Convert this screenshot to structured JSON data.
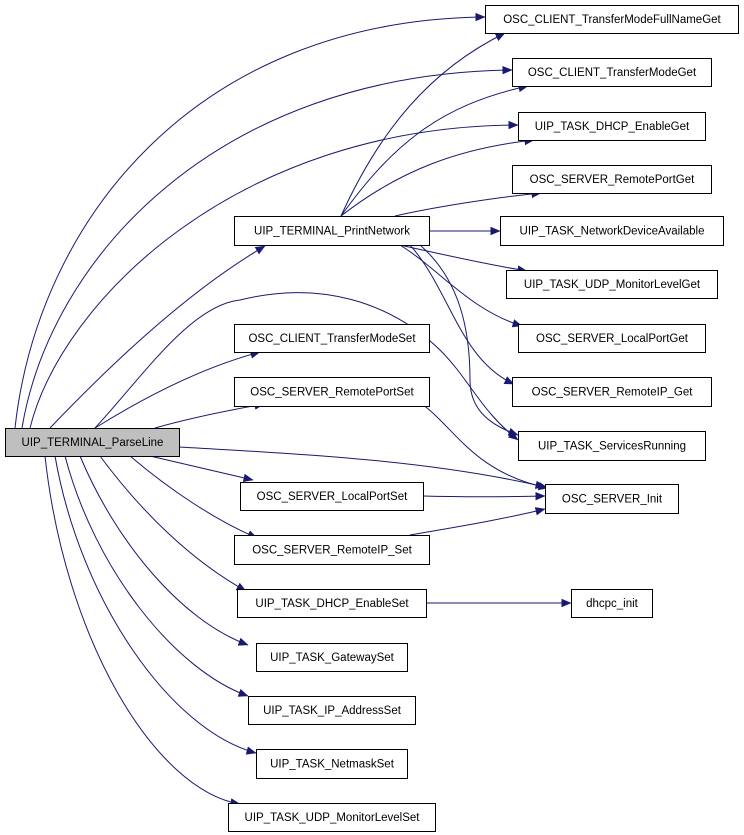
{
  "graph": {
    "edge_color": "#191970",
    "root_fill": "#bfbfbf",
    "nodes": [
      {
        "id": "parse_line",
        "label": "UIP_TERMINAL_ParseLine",
        "root": true
      },
      {
        "id": "print_network",
        "label": "UIP_TERMINAL_PrintNetwork"
      },
      {
        "id": "client_tm_fullname_get",
        "label": "OSC_CLIENT_TransferModeFullNameGet"
      },
      {
        "id": "client_tm_get",
        "label": "OSC_CLIENT_TransferModeGet"
      },
      {
        "id": "dhcp_enable_get",
        "label": "UIP_TASK_DHCP_EnableGet"
      },
      {
        "id": "server_remote_port_get",
        "label": "OSC_SERVER_RemotePortGet"
      },
      {
        "id": "network_device_available",
        "label": "UIP_TASK_NetworkDeviceAvailable"
      },
      {
        "id": "udp_monitor_level_get",
        "label": "UIP_TASK_UDP_MonitorLevelGet"
      },
      {
        "id": "server_local_port_get",
        "label": "OSC_SERVER_LocalPortGet"
      },
      {
        "id": "server_remote_ip_get",
        "label": "OSC_SERVER_RemoteIP_Get"
      },
      {
        "id": "services_running",
        "label": "UIP_TASK_ServicesRunning"
      },
      {
        "id": "client_tm_set",
        "label": "OSC_CLIENT_TransferModeSet"
      },
      {
        "id": "server_remote_port_set",
        "label": "OSC_SERVER_RemotePortSet"
      },
      {
        "id": "server_init",
        "label": "OSC_SERVER_Init"
      },
      {
        "id": "server_local_port_set",
        "label": "OSC_SERVER_LocalPortSet"
      },
      {
        "id": "server_remote_ip_set",
        "label": "OSC_SERVER_RemoteIP_Set"
      },
      {
        "id": "dhcp_enable_set",
        "label": "UIP_TASK_DHCP_EnableSet"
      },
      {
        "id": "dhcpc_init",
        "label": "dhcpc_init"
      },
      {
        "id": "gateway_set",
        "label": "UIP_TASK_GatewaySet"
      },
      {
        "id": "ip_address_set",
        "label": "UIP_TASK_IP_AddressSet"
      },
      {
        "id": "netmask_set",
        "label": "UIP_TASK_NetmaskSet"
      },
      {
        "id": "udp_monitor_level_set",
        "label": "UIP_TASK_UDP_MonitorLevelSet"
      }
    ],
    "edges": [
      {
        "from": "parse_line",
        "to": "client_tm_fullname_get"
      },
      {
        "from": "parse_line",
        "to": "client_tm_get"
      },
      {
        "from": "parse_line",
        "to": "dhcp_enable_get"
      },
      {
        "from": "parse_line",
        "to": "print_network"
      },
      {
        "from": "parse_line",
        "to": "services_running"
      },
      {
        "from": "parse_line",
        "to": "client_tm_set"
      },
      {
        "from": "parse_line",
        "to": "server_remote_port_set"
      },
      {
        "from": "parse_line",
        "to": "server_init"
      },
      {
        "from": "parse_line",
        "to": "server_local_port_set"
      },
      {
        "from": "parse_line",
        "to": "server_remote_ip_set"
      },
      {
        "from": "parse_line",
        "to": "dhcp_enable_set"
      },
      {
        "from": "parse_line",
        "to": "gateway_set"
      },
      {
        "from": "parse_line",
        "to": "ip_address_set"
      },
      {
        "from": "parse_line",
        "to": "netmask_set"
      },
      {
        "from": "parse_line",
        "to": "udp_monitor_level_set"
      },
      {
        "from": "print_network",
        "to": "client_tm_fullname_get"
      },
      {
        "from": "print_network",
        "to": "client_tm_get"
      },
      {
        "from": "print_network",
        "to": "dhcp_enable_get"
      },
      {
        "from": "print_network",
        "to": "server_remote_port_get"
      },
      {
        "from": "print_network",
        "to": "network_device_available"
      },
      {
        "from": "print_network",
        "to": "udp_monitor_level_get"
      },
      {
        "from": "print_network",
        "to": "server_local_port_get"
      },
      {
        "from": "print_network",
        "to": "server_remote_ip_get"
      },
      {
        "from": "print_network",
        "to": "services_running"
      },
      {
        "from": "server_remote_port_set",
        "to": "server_init"
      },
      {
        "from": "server_local_port_set",
        "to": "server_init"
      },
      {
        "from": "server_remote_ip_set",
        "to": "server_init"
      },
      {
        "from": "dhcp_enable_set",
        "to": "dhcpc_init"
      }
    ]
  }
}
